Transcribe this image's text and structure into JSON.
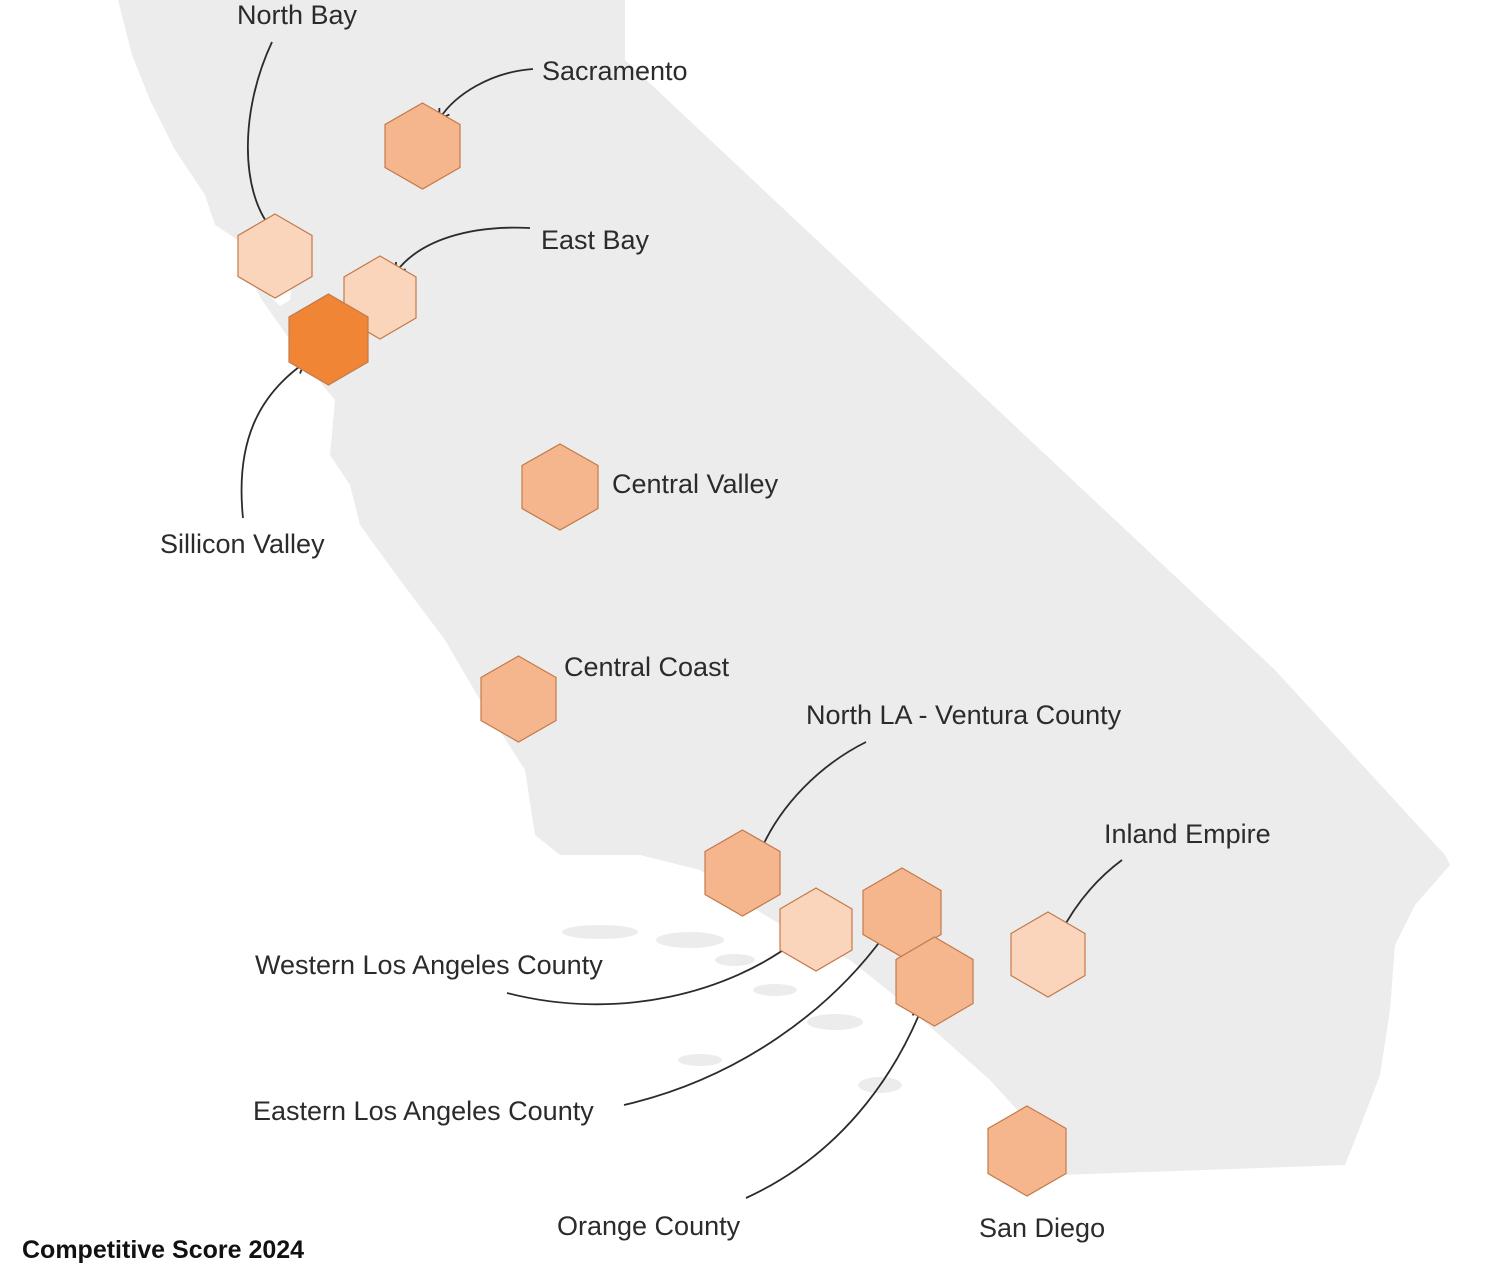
{
  "map": {
    "colors": {
      "background": "#ffffff",
      "land": "#ececec",
      "hex_stroke": "#c47a4a",
      "score_colors": {
        "high": "#f08535",
        "medium": "#f5b68e",
        "low": "#fad5bc"
      }
    },
    "regions": [
      {
        "name": "North Bay",
        "score_level": "low"
      },
      {
        "name": "Sacramento",
        "score_level": "medium"
      },
      {
        "name": "East Bay",
        "score_level": "low"
      },
      {
        "name": "Sillicon Valley",
        "score_level": "high"
      },
      {
        "name": "Central Valley",
        "score_level": "medium"
      },
      {
        "name": "Central Coast",
        "score_level": "medium"
      },
      {
        "name": "North LA - Ventura County",
        "score_level": "medium"
      },
      {
        "name": "Inland Empire",
        "score_level": "low"
      },
      {
        "name": "Western Los Angeles County",
        "score_level": "low"
      },
      {
        "name": "Eastern Los Angeles County",
        "score_level": "medium"
      },
      {
        "name": "Orange County",
        "score_level": "medium"
      },
      {
        "name": "San Diego",
        "score_level": "medium"
      }
    ],
    "legend": {
      "title": "Competitive Score 2024"
    }
  }
}
